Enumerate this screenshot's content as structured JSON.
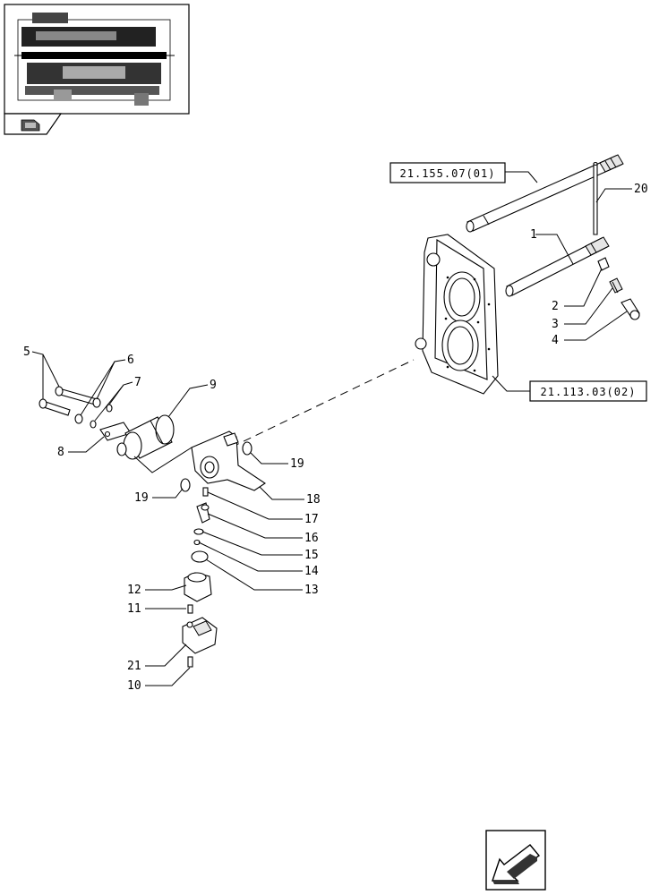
{
  "callouts": [
    {
      "id": "1",
      "label": "1"
    },
    {
      "id": "2",
      "label": "2"
    },
    {
      "id": "3",
      "label": "3"
    },
    {
      "id": "4",
      "label": "4"
    },
    {
      "id": "5",
      "label": "5"
    },
    {
      "id": "6",
      "label": "6"
    },
    {
      "id": "7",
      "label": "7"
    },
    {
      "id": "8",
      "label": "8"
    },
    {
      "id": "9",
      "label": "9"
    },
    {
      "id": "10",
      "label": "10"
    },
    {
      "id": "11",
      "label": "11"
    },
    {
      "id": "12",
      "label": "12"
    },
    {
      "id": "13",
      "label": "13"
    },
    {
      "id": "14",
      "label": "14"
    },
    {
      "id": "15",
      "label": "15"
    },
    {
      "id": "16",
      "label": "16"
    },
    {
      "id": "17",
      "label": "17"
    },
    {
      "id": "18",
      "label": "18"
    },
    {
      "id": "19a",
      "label": "19"
    },
    {
      "id": "19b",
      "label": "19"
    },
    {
      "id": "20",
      "label": "20"
    },
    {
      "id": "21",
      "label": "21"
    }
  ],
  "references": {
    "shaft_ref": "21.155.07(01)",
    "housing_ref": "21.113.03(02)"
  },
  "icons": {
    "thumbnail": "transmission-overview-thumbnail",
    "tab": "parts-book-tab-icon",
    "nav": "navigate-back-arrow-icon"
  }
}
